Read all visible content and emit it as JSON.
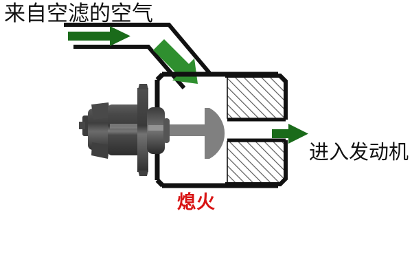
{
  "diagram": {
    "title_label": "来自空滤的空气",
    "outlet_label": "进入发动机",
    "state_label": "熄火",
    "colors": {
      "arrow_dark_green": "#1a6b1a",
      "arrow_bright_green": "#2f8f2f",
      "outline_black": "#111111",
      "state_red": "#d81414",
      "pintle_gray": "#808080",
      "motor_dark": "#4a4a4a",
      "hatch_line": "#555555",
      "background": "#ffffff"
    },
    "parts": {
      "inlet_duct": "inlet-duct",
      "housing": "valve-housing",
      "seat_block_top": "valve-seat-block-top",
      "seat_block_bottom": "valve-seat-block-bottom",
      "pintle": "valve-pintle-cone",
      "shaft": "valve-shaft",
      "motor": "iac-stepper-motor",
      "flange": "motor-mounting-flange"
    },
    "arrows": {
      "inlet_arrow": "inlet-flow-arrow",
      "diagonal_arrow": "diagonal-flow-arrow",
      "outlet_arrow": "outlet-flow-arrow"
    }
  }
}
